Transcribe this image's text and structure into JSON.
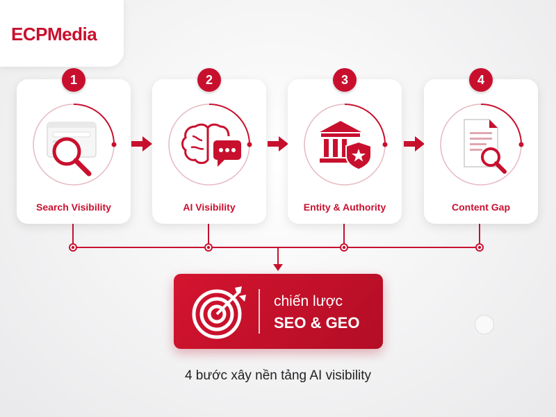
{
  "logo": {
    "part1": "ECP",
    "part2": "Media"
  },
  "steps": [
    {
      "number": "1",
      "label": "Search Visibility",
      "icon": "search-magnifier-icon"
    },
    {
      "number": "2",
      "label": "AI Visibility",
      "icon": "brain-chat-icon"
    },
    {
      "number": "3",
      "label": "Entity & Authority",
      "icon": "bank-shield-icon"
    },
    {
      "number": "4",
      "label": "Content Gap",
      "icon": "document-search-icon"
    }
  ],
  "strategy": {
    "line1": "chiến lược",
    "line2": "SEO & GEO",
    "icon": "target-arrow-icon"
  },
  "caption": "4 bước xây nền tảng AI visibility",
  "colors": {
    "accent": "#c8102e",
    "card": "#ffffff",
    "text": "#222222"
  }
}
